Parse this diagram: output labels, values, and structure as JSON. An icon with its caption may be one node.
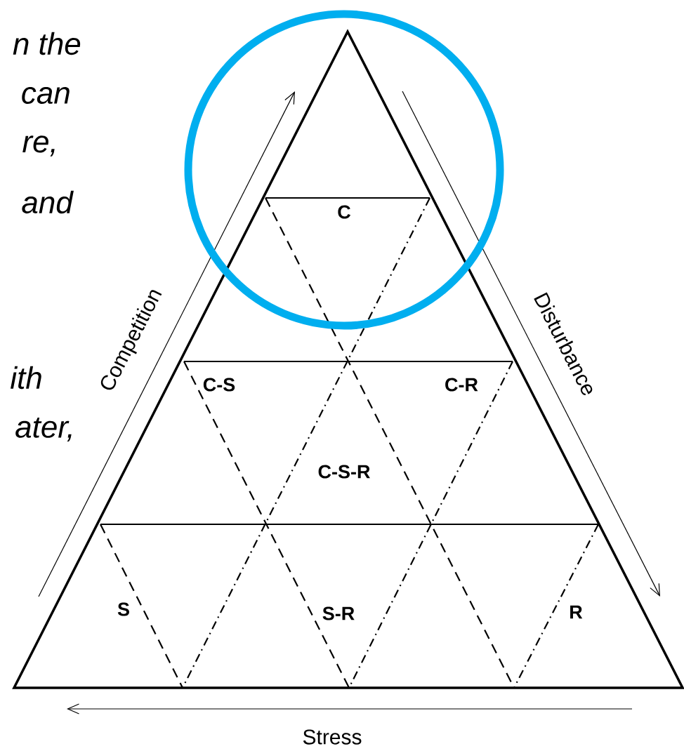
{
  "diagram": {
    "labels": [
      "n the",
      "can",
      "re,",
      "and",
      "C",
      "Competition",
      "Disturbance",
      "ith",
      "C-S",
      "C-R",
      "ater,",
      "C-S-R",
      "S",
      "S-R",
      "R",
      "Stress"
    ]
  }
}
